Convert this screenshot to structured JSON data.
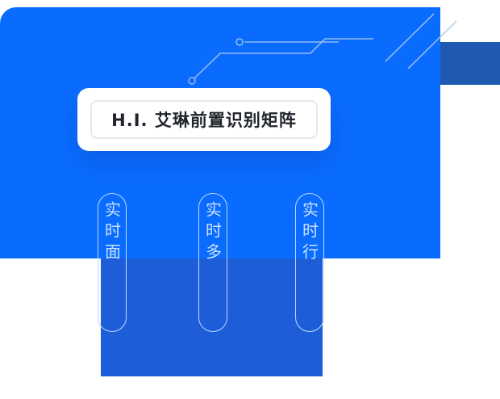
{
  "title_card": {
    "title": "H.I. 艾琳前置识别矩阵"
  },
  "capsules": [
    {
      "label": "实时面"
    },
    {
      "label": "实时多"
    },
    {
      "label": "实时行"
    }
  ],
  "icons": {
    "circuit": "circuit-trace-decoration-icon"
  },
  "theme": {
    "primary_blue": "#0a6cff",
    "corner_blue": "#1f5ab2",
    "panel_blue": "#1d5ed8",
    "line_blue": "#a9c6ee",
    "card_bg": "#ffffff",
    "title_color": "#20242b",
    "capsule_text": "#dcebff",
    "capsule_border": "#bcd8ff"
  }
}
